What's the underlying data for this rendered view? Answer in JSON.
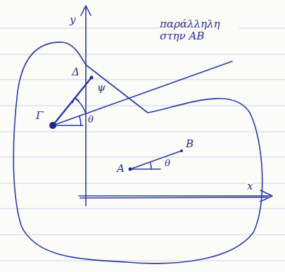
{
  "diagram": {
    "labels": [
      "y",
      "παράλληλη στην ΑΒ",
      "Δ",
      "ψ",
      "Γ",
      "θ",
      "Β",
      "Α",
      "θ",
      "x"
    ]
  }
}
